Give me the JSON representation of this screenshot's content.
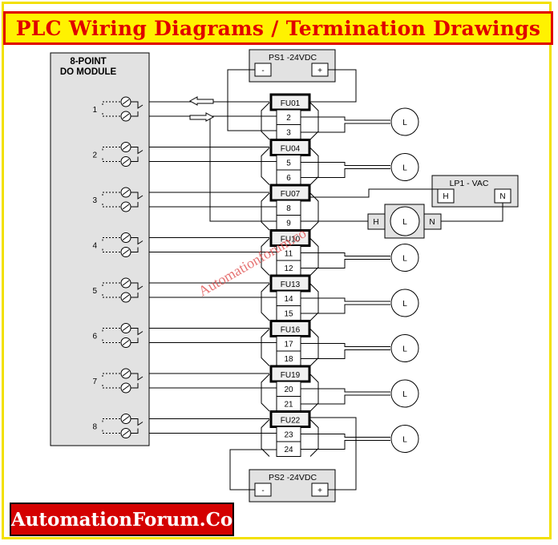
{
  "title": "PLC Wiring Diagrams / Termination Drawings",
  "module": {
    "line1": "8-POINT",
    "line2": "DO MODULE",
    "channels": [
      "1",
      "2",
      "3",
      "4",
      "5",
      "6",
      "7",
      "8"
    ]
  },
  "ps1": {
    "label": "PS1 -24VDC",
    "neg": "-",
    "pos": "+"
  },
  "ps2": {
    "label": "PS2 -24VDC",
    "neg": "-",
    "pos": "+"
  },
  "lp1": {
    "label": "LP1 - VAC",
    "h": "H",
    "n": "N"
  },
  "ac_load": {
    "h": "H",
    "lamp": "L",
    "n": "N"
  },
  "fuses": [
    "FU01",
    "FU04",
    "FU07",
    "FU10",
    "FU13",
    "FU16",
    "FU19",
    "FU22"
  ],
  "terminals": [
    [
      "2",
      "3"
    ],
    [
      "5",
      "6"
    ],
    [
      "8",
      "9"
    ],
    [
      "11",
      "12"
    ],
    [
      "14",
      "15"
    ],
    [
      "17",
      "18"
    ],
    [
      "20",
      "21"
    ],
    [
      "23",
      "24"
    ]
  ],
  "lamp_label": "L",
  "watermark": "Automationforum.co",
  "footer": "AutomationForum.Co",
  "colors": {
    "title_bg": "#fff200",
    "title_text": "#e00000",
    "frame": "#f2e000",
    "footer_bg": "#d40000",
    "footer_text": "#ffffff",
    "module_bg": "#e2e2e2",
    "fuse_bg": "#f0f0f0",
    "watermark": "#e05050"
  }
}
